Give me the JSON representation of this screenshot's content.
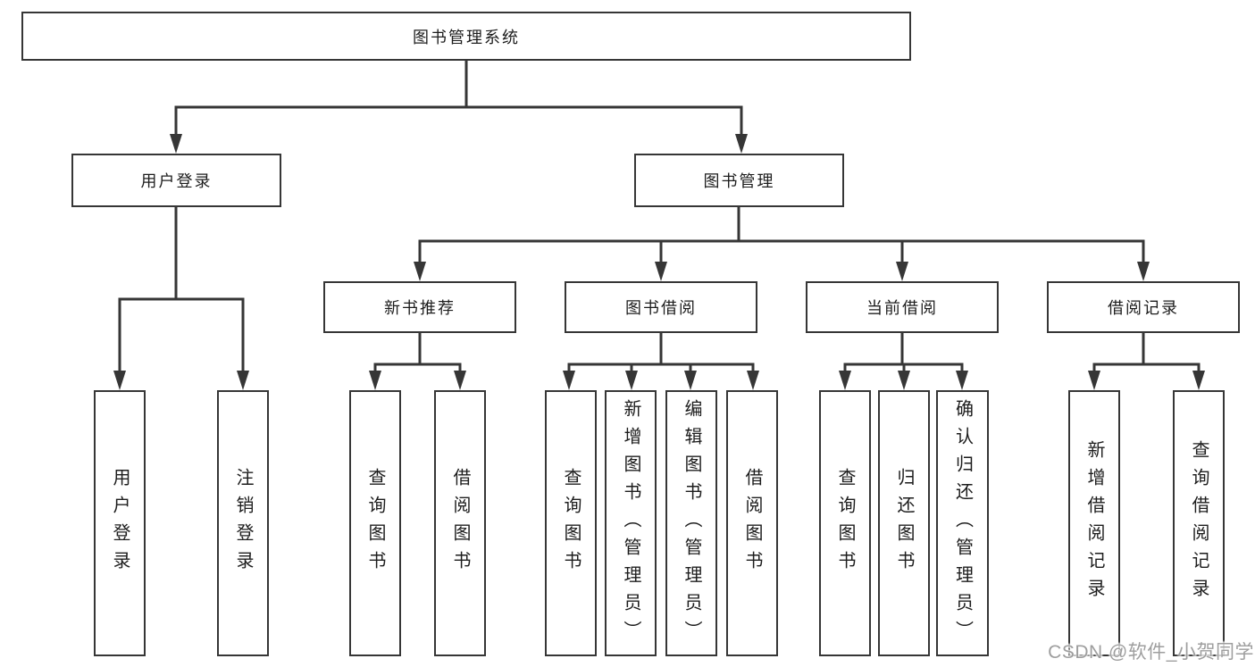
{
  "watermark": {
    "text": "CSDN @软件_小贺同学"
  },
  "colors": {
    "line": "#363636",
    "box_border": "#363636",
    "text": "#1d1d1d",
    "watermark_gray": "#9e9e9e",
    "background": "#ffffff"
  },
  "tree": {
    "root": {
      "label": "图书管理系统"
    },
    "children": [
      {
        "label": "用户登录",
        "leaves": [
          {
            "label": "用户登录"
          },
          {
            "label": "注销登录"
          }
        ]
      },
      {
        "label": "图书管理",
        "children": [
          {
            "label": "新书推荐",
            "leaves": [
              {
                "label": "查询图书"
              },
              {
                "label": "借阅图书"
              }
            ]
          },
          {
            "label": "图书借阅",
            "leaves": [
              {
                "label": "查询图书"
              },
              {
                "label": "新增图书（管理员）"
              },
              {
                "label": "编辑图书（管理员）"
              },
              {
                "label": "借阅图书"
              }
            ]
          },
          {
            "label": "当前借阅",
            "leaves": [
              {
                "label": "查询图书"
              },
              {
                "label": "归还图书"
              },
              {
                "label": "确认归还（管理员）"
              }
            ]
          },
          {
            "label": "借阅记录",
            "leaves": [
              {
                "label": "新增借阅记录"
              },
              {
                "label": "查询借阅记录"
              }
            ]
          }
        ]
      }
    ]
  }
}
